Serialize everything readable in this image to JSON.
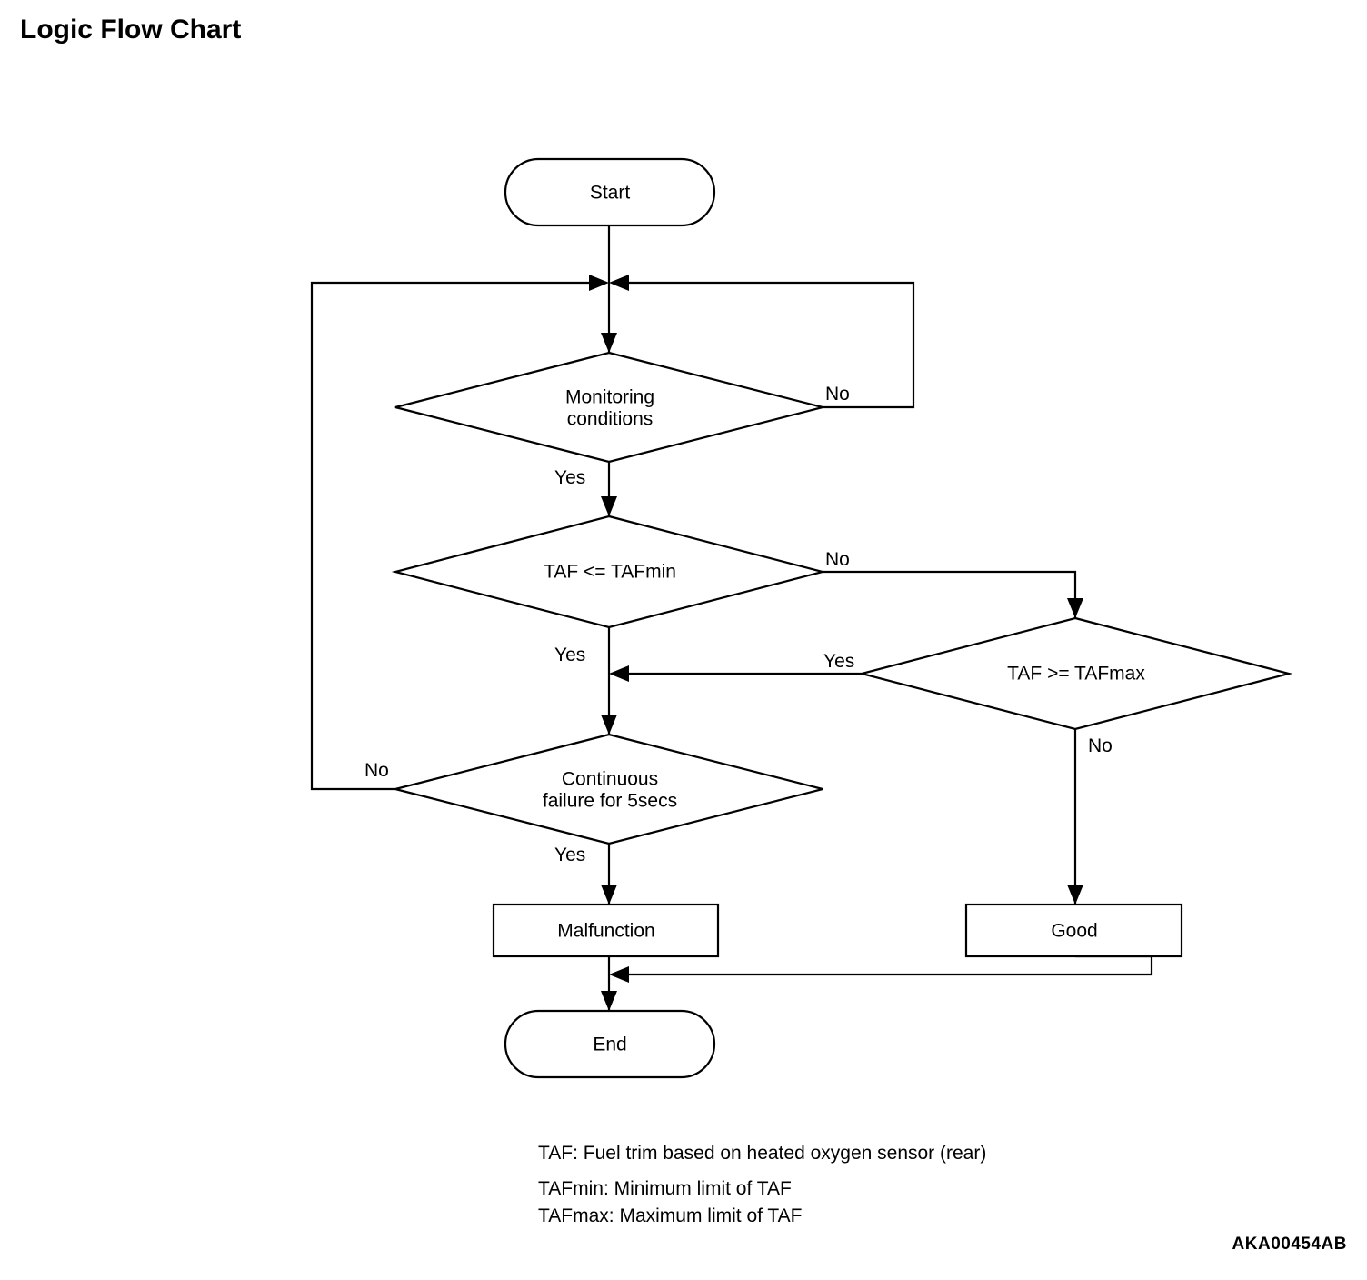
{
  "page": {
    "title": "Logic Flow Chart",
    "doc_code": "AKA00454AB"
  },
  "chart_data": {
    "type": "diagram",
    "title": "Logic Flow Chart",
    "nodes": [
      {
        "id": "start",
        "shape": "stadium",
        "label": "Start"
      },
      {
        "id": "monitoring",
        "shape": "diamond",
        "label_line1": "Monitoring",
        "label_line2": "conditions"
      },
      {
        "id": "tafmin",
        "shape": "diamond",
        "label": "TAF <= TAFmin"
      },
      {
        "id": "tafmax",
        "shape": "diamond",
        "label": "TAF >= TAFmax"
      },
      {
        "id": "continuous",
        "shape": "diamond",
        "label_line1": "Continuous",
        "label_line2": "failure for 5secs"
      },
      {
        "id": "malfunction",
        "shape": "rect",
        "label": "Malfunction"
      },
      {
        "id": "good",
        "shape": "rect",
        "label": "Good"
      },
      {
        "id": "end",
        "shape": "stadium",
        "label": "End"
      }
    ],
    "edges": [
      {
        "from": "start",
        "to": "monitoring",
        "label": ""
      },
      {
        "from": "monitoring",
        "to": "junction",
        "label": "No"
      },
      {
        "from": "monitoring",
        "to": "tafmin",
        "label": "Yes"
      },
      {
        "from": "tafmin",
        "to": "tafmax",
        "label": "No"
      },
      {
        "from": "tafmin",
        "to": "continuous",
        "label": "Yes"
      },
      {
        "from": "tafmax",
        "to": "continuous",
        "label": "Yes"
      },
      {
        "from": "tafmax",
        "to": "good",
        "label": "No"
      },
      {
        "from": "continuous",
        "to": "junction",
        "label": "No"
      },
      {
        "from": "continuous",
        "to": "malfunction",
        "label": "Yes"
      },
      {
        "from": "malfunction",
        "to": "end",
        "label": ""
      },
      {
        "from": "good",
        "to": "end",
        "label": ""
      }
    ]
  },
  "labels": {
    "start": "Start",
    "monitoring_l1": "Monitoring",
    "monitoring_l2": "conditions",
    "tafmin": "TAF <= TAFmin",
    "tafmax": "TAF >= TAFmax",
    "continuous_l1": "Continuous",
    "continuous_l2": "failure for 5secs",
    "malfunction": "Malfunction",
    "good": "Good",
    "end": "End"
  },
  "edge_labels": {
    "monitoring_no": "No",
    "monitoring_yes": "Yes",
    "tafmin_no": "No",
    "tafmin_yes": "Yes",
    "tafmax_yes": "Yes",
    "tafmax_no": "No",
    "continuous_no": "No",
    "continuous_yes": "Yes"
  },
  "legend": {
    "line1": "TAF: Fuel trim based on heated oxygen sensor (rear)",
    "line2": "TAFmin: Minimum limit of TAF",
    "line3": "TAFmax: Maximum limit of TAF"
  },
  "colors": {
    "stroke": "#000000",
    "fill": "#ffffff",
    "text": "#000000"
  }
}
